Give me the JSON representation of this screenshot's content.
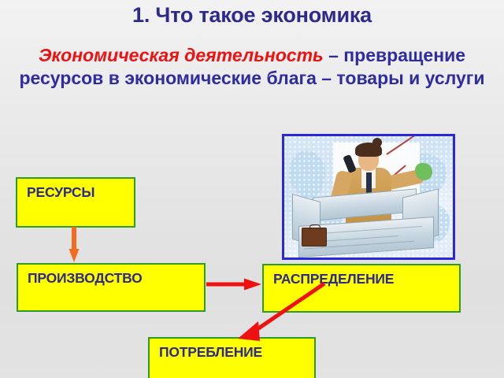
{
  "slide": {
    "title": "1. Что такое экономика",
    "subtitle": {
      "highlight": "Экономическая деятельность",
      "rest": " – превращение ресурсов в экономические блага – товары и услуги",
      "highlight_color": "#ee1111",
      "text_color": "#2f2ca0"
    },
    "background_color": "#e8e8e8"
  },
  "illustration": {
    "alt": "Бизнесмен с телефоном и деньгами в коробке из банкнот",
    "border_color": "#2b28d8",
    "background_color": "#cfe2f4"
  },
  "flow": {
    "box_fill": "#ffff00",
    "box_border": "#2e9b24",
    "box_text_color": "#2d2a8c",
    "boxes": [
      {
        "id": "resources",
        "label": "РЕСУРСЫ"
      },
      {
        "id": "production",
        "label": "ПРОИЗВОДСТВО"
      },
      {
        "id": "distribution",
        "label": "РАСПРЕДЕЛЕНИЕ"
      },
      {
        "id": "consumption",
        "label": "ПОТРЕБЛЕНИЕ"
      }
    ],
    "arrows": [
      {
        "id": "resources-to-production",
        "direction": "down",
        "color": "#f36b21"
      },
      {
        "id": "production-to-distribution",
        "direction": "right",
        "color": "#ee1111"
      },
      {
        "id": "distribution-to-consumption",
        "direction": "down-left",
        "color": "#ee1111"
      }
    ]
  }
}
